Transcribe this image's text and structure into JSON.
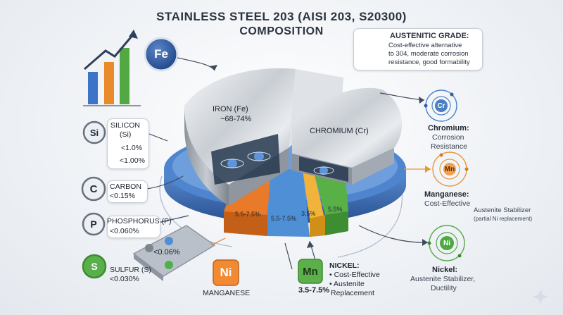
{
  "title": {
    "line1": "STAINLESS STEEL 203 (AISI 203, S20300)",
    "line2": "COMPOSITION"
  },
  "grade_box": {
    "heading": "AUSTENITIC GRADE:",
    "lines": [
      "Cost-effective alternative",
      "to 304, moderate corrosion",
      "resistance, good formability"
    ]
  },
  "fe": {
    "symbol": "Fe",
    "label": "IRON (Fe)",
    "value": "~68-74%"
  },
  "chromium": {
    "label": "CHROMIUM (Cr)"
  },
  "slices": {
    "orange": "5.5-7.5%",
    "blue": "5.5-7.5%",
    "yellow": "3.5%",
    "green": "5.5%"
  },
  "silicon": {
    "symbol": "Si",
    "name": "SILICON",
    "sub": "(Si)",
    "v1": "<1.0%",
    "v2": "<1.00%"
  },
  "carbon": {
    "symbol": "C",
    "name": "CARBON",
    "value": "<0.15%"
  },
  "phosphorus": {
    "symbol": "P",
    "name": "PHOSPHORUS (P)",
    "value": "<0.060%"
  },
  "sulfur": {
    "symbol": "S",
    "name": "SULFUR (S)",
    "value": "<0.030%",
    "plate_value": "<0.06%"
  },
  "ni_badge": {
    "symbol": "Ni",
    "label": "MANGANESE"
  },
  "mn_badge": {
    "symbol": "Mn",
    "value": "3.5-7.5%"
  },
  "nickel_note": {
    "heading": "NICKEL:",
    "l1": "• Cost-Effective",
    "l2": "• Austenite",
    "l3": "Replacement"
  },
  "right": {
    "cr_symbol": "Cr",
    "cr_h": "Chromium:",
    "cr_l1": "Corrosion",
    "cr_l2": "Resistance",
    "mn_symbol": "Mn",
    "mn_h": "Manganese:",
    "mn_l1": "Cost-Effective",
    "stab_l1": "Austenite Stabilizer",
    "stab_l2": "(partial Ni replacement)",
    "ni_symbol": "Ni",
    "ni_h": "Nickel:",
    "ni_l1": "Austenite Stabilizer,",
    "ni_l2": "Ductility"
  },
  "colors": {
    "orange": "#e87a2a",
    "blue": "#4f8fd6",
    "yellow": "#f2b33a",
    "green": "#58b046",
    "base": "#3d6fb8"
  }
}
